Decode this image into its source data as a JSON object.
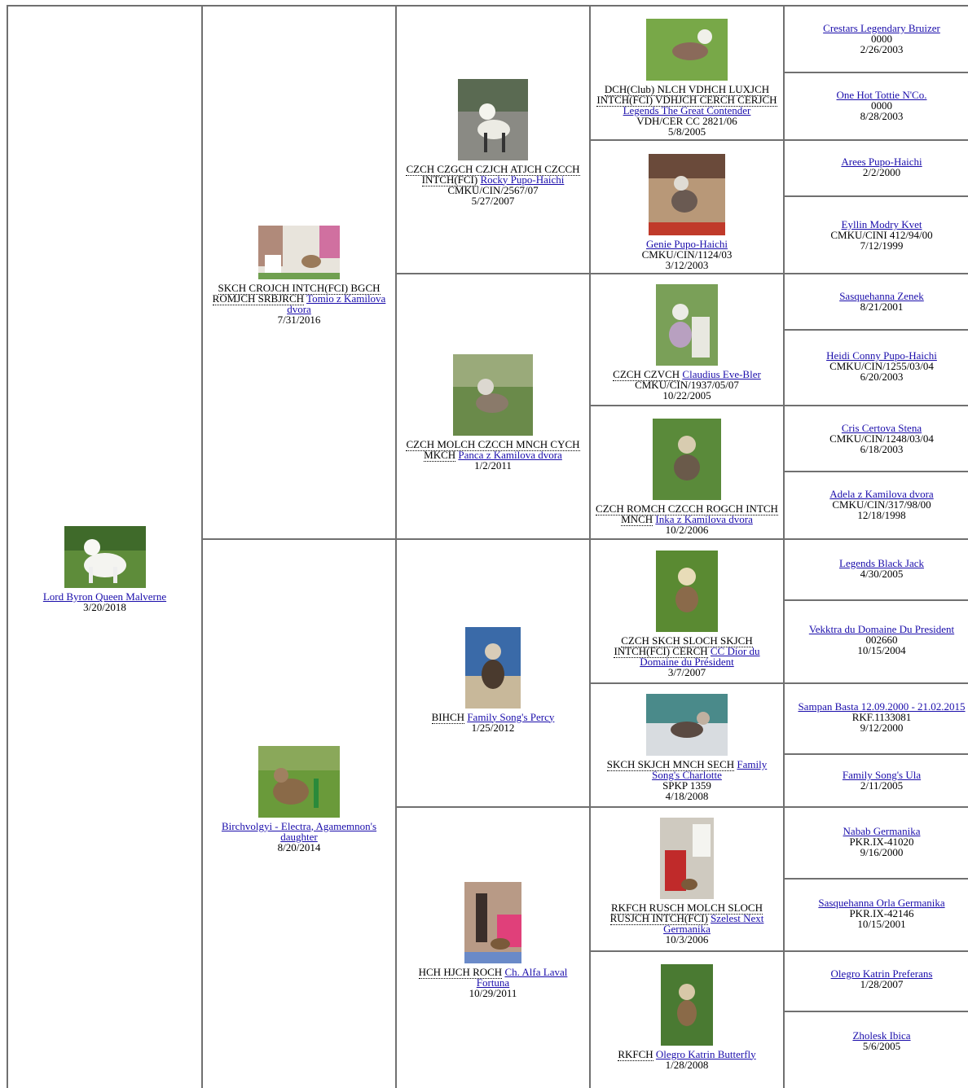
{
  "gen1": [
    {
      "titles": "",
      "name": "Lord Byron Queen Malverne",
      "reg": "",
      "date": "3/20/2018"
    }
  ],
  "gen2": [
    {
      "titles": "SKCH CROJCH INTCH(FCI) BGCH ROMJCH SRBJRCH",
      "name": "Tomio z Kamilova dvora",
      "reg": "",
      "date": "7/31/2016"
    },
    {
      "titles": "",
      "name": "Birchvolgyi - Electra, Agamemnon's daughter",
      "reg": "",
      "date": "8/20/2014"
    }
  ],
  "gen3": [
    {
      "titles": "CZCH CZGCH CZJCH ATJCH CZCCH INTCH(FCI)",
      "name": "Rocky Pupo-Haichi",
      "reg": "CMKU/CIN/2567/07",
      "date": "5/27/2007"
    },
    {
      "titles": "CZCH MOLCH CZCCH MNCH CYCH MKCH",
      "name": "Panca z Kamilova dvora",
      "reg": "",
      "date": "1/2/2011"
    },
    {
      "titles": "BIHCH",
      "name": "Family Song's Percy",
      "reg": "",
      "date": "1/25/2012"
    },
    {
      "titles": "HCH HJCH ROCH",
      "name": "Ch. Alfa Laval Fortuna",
      "reg": "",
      "date": "10/29/2011"
    }
  ],
  "gen4": [
    {
      "titles": "DCH(Club) NLCH VDHCH LUXJCH INTCH(FCI) VDHJCH CERCH CERJCH",
      "name": "Legends The Great Contender",
      "reg": "VDH/CER CC 2821/06",
      "date": "5/8/2005"
    },
    {
      "titles": "",
      "name": "Genie Pupo-Haichi",
      "reg": "CMKU/CIN/1124/03",
      "date": "3/12/2003"
    },
    {
      "titles": "CZCH CZVCH",
      "name": "Claudius Eve-Bler",
      "reg": "CMKU/CIN/1937/05/07",
      "date": "10/22/2005"
    },
    {
      "titles": "CZCH ROMCH CZCCH ROGCH INTCH MNCH",
      "name": "Inka z Kamilova dvora",
      "reg": "",
      "date": "10/2/2006"
    },
    {
      "titles": "CZCH SKCH SLOCH SKJCH INTCH(FCI) CERCH",
      "name": "CC Dior du Domaine du Président",
      "reg": "",
      "date": "3/7/2007"
    },
    {
      "titles": "SKCH SKJCH MNCH SECH",
      "name": "Family Song's Charlotte",
      "reg": "SPKP 1359",
      "date": "4/18/2008"
    },
    {
      "titles": "RKFCH RUSCH MOLCH SLOCH RUSJCH INTCH(FCI)",
      "name": "Szelest Next Germanika",
      "reg": "",
      "date": "10/3/2006"
    },
    {
      "titles": "RKFCH",
      "name": "Olegro Katrin Butterfly",
      "reg": "",
      "date": "1/28/2008"
    }
  ],
  "gen5": [
    {
      "name": "Crestars Legendary Bruizer",
      "reg": "0000",
      "date": "2/26/2003"
    },
    {
      "name": "One Hot Tottie N'Co.",
      "reg": "0000",
      "date": "8/28/2003"
    },
    {
      "name": "Arees Pupo-Haichi",
      "reg": "",
      "date": "2/2/2000"
    },
    {
      "name": "Eyllin Modry Kvet",
      "reg": "CMKU/CINI 412/94/00",
      "date": "7/12/1999"
    },
    {
      "name": "Sasquehanna Zenek",
      "reg": "",
      "date": "8/21/2001"
    },
    {
      "name": "Heidi Conny Pupo-Haichi",
      "reg": "CMKU/CIN/1255/03/04",
      "date": "6/20/2003"
    },
    {
      "name": "Cris Certova Stena",
      "reg": "CMKU/CIN/1248/03/04",
      "date": "6/18/2003"
    },
    {
      "name": "Adela z Kamilova dvora",
      "reg": "CMKU/CIN/317/98/00",
      "date": "12/18/1998"
    },
    {
      "name": "Legends Black Jack",
      "reg": "",
      "date": "4/30/2005"
    },
    {
      "name": "Vekktra du Domaine Du President",
      "reg": "002660",
      "date": "10/15/2004"
    },
    {
      "name": "Sampan Basta 12.09.2000 - 21.02.2015",
      "reg": "RKF.1133081",
      "date": "9/12/2000"
    },
    {
      "name": "Family Song's Ula",
      "reg": "",
      "date": "2/11/2005"
    },
    {
      "name": "Nabab Germanika",
      "reg": "PKR.IX-41020",
      "date": "9/16/2000"
    },
    {
      "name": "Sasquehanna Orla Germanika",
      "reg": "PKR.IX-42146",
      "date": "10/15/2001"
    },
    {
      "name": "Olegro Katrin Preferans",
      "reg": "",
      "date": "1/28/2007"
    },
    {
      "name": "Zholesk Ibica",
      "reg": "",
      "date": "5/6/2005"
    }
  ],
  "photo_icon": "dog-photo",
  "colors": {
    "link": "#1a0dab",
    "border": "#707070",
    "grass": "#6a9a3a",
    "sky": "#c8d8e8"
  }
}
